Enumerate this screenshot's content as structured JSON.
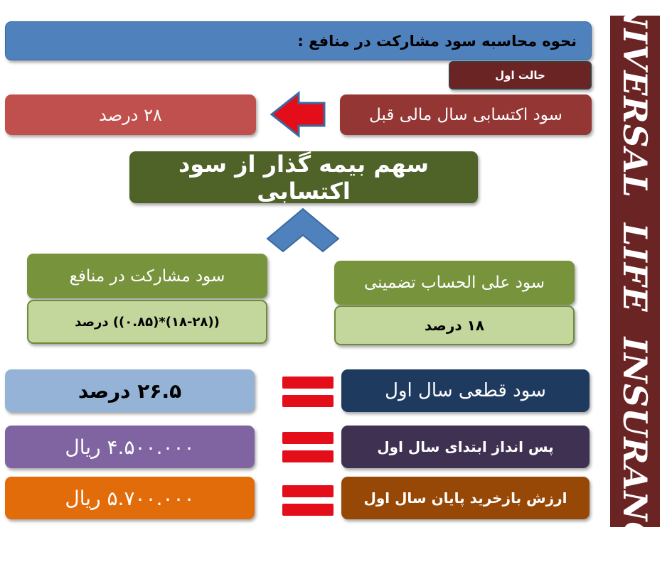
{
  "header": {
    "title": "نحوه محاسبه سود مشارکت در منافع :",
    "case_label": "حالت اول"
  },
  "prior_year": {
    "label": "سود اکتسابی سال مالی قبل",
    "value": "۲۸ درصد"
  },
  "insurer_share": {
    "label": "سهم بیمه گذار از سود اکتسابی"
  },
  "profit_sharing": {
    "label": "سود مشارکت در منافع",
    "formula": "((۱۸-۲۸)*(۰.۸۵)) درصد"
  },
  "guaranteed": {
    "label": "سود علی الحساب تضمینی",
    "value": "۱۸ درصد"
  },
  "results": [
    {
      "label": "سود قطعی سال اول",
      "value": "۲۶.۵ درصد"
    },
    {
      "label": "پس انداز  ابتدای سال اول",
      "value": "۴.۵۰۰.۰۰۰ ریال"
    },
    {
      "label": "ارزش بازخرید پایان سال اول",
      "value": "۵.۷۰۰.۰۰۰ ریال"
    }
  ],
  "sidebar": {
    "brand": "UNIVERSAL LIFE INSURANCE"
  },
  "colors": {
    "header_blue": "#4f81bd",
    "dark_red": "#6b2424",
    "red": "#c0504d",
    "olive": "#4f6228",
    "green": "#77933c",
    "light_green": "#c3d69b",
    "navy": "#1f3a5f",
    "light_blue": "#95b3d7",
    "purple": "#8064a2",
    "dark_purple": "#3f3151",
    "orange": "#e36c0a",
    "brown": "#974806",
    "arrow_red": "#e30e1a"
  }
}
